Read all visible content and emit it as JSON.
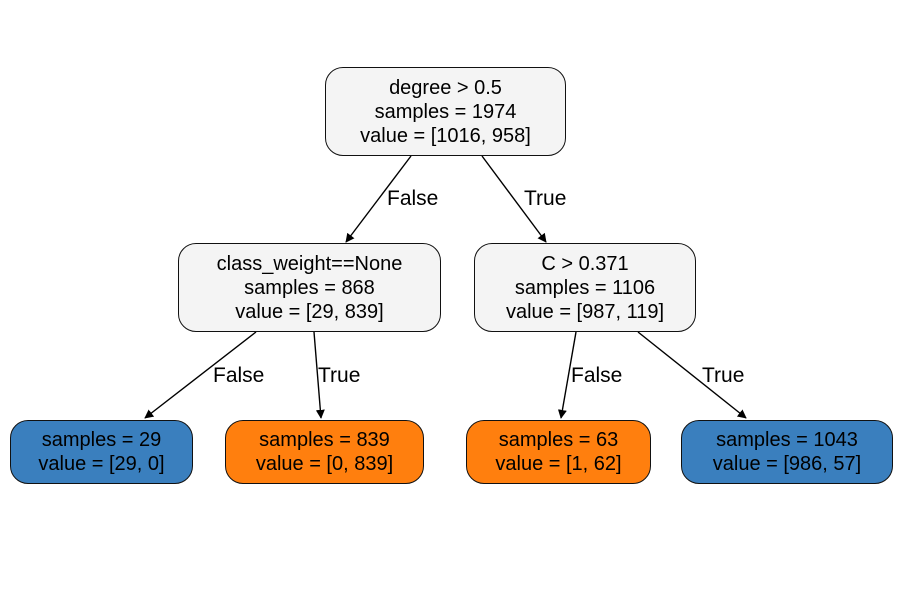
{
  "colors": {
    "neutral": "#f4f4f4",
    "blue": "#3a7fbe",
    "orange": "#ff7f0e",
    "edge": "#000000"
  },
  "nodes": {
    "root": {
      "lines": [
        "degree > 0.5",
        "samples = 1974",
        "value = [1016, 958]"
      ]
    },
    "left": {
      "lines": [
        "class_weight==None",
        "samples = 868",
        "value = [29, 839]"
      ]
    },
    "right": {
      "lines": [
        "C > 0.371",
        "samples = 1106",
        "value = [987, 119]"
      ]
    },
    "leaf1": {
      "lines": [
        "samples = 29",
        "value = [29, 0]"
      ],
      "fill": "blue"
    },
    "leaf2": {
      "lines": [
        "samples = 839",
        "value = [0, 839]"
      ],
      "fill": "orange"
    },
    "leaf3": {
      "lines": [
        "samples = 63",
        "value = [1, 62]"
      ],
      "fill": "orange"
    },
    "leaf4": {
      "lines": [
        "samples = 1043",
        "value = [986, 57]"
      ],
      "fill": "blue"
    }
  },
  "edge_labels": {
    "root_left": "False",
    "root_right": "True",
    "left_leaf1": "False",
    "left_leaf2": "True",
    "right_leaf3": "False",
    "right_leaf4": "True"
  }
}
